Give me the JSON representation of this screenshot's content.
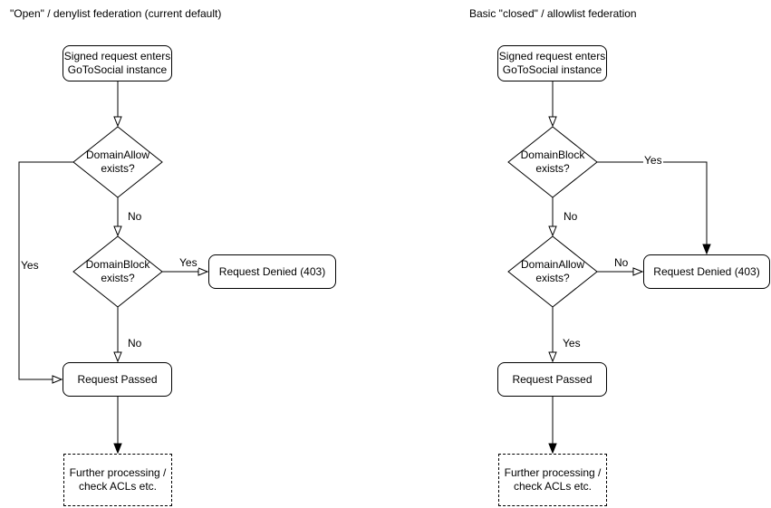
{
  "canvas": {
    "background": "#ffffff",
    "line_color": "#000000",
    "node_fill": "#ffffff",
    "text_color": "#000000"
  },
  "left": {
    "title": "\"Open\" / denylist federation (current default)",
    "start_line1": "Signed request enters",
    "start_line2": "GoToSocial instance",
    "d1_line1": "DomainAllow",
    "d1_line2": "exists?",
    "d1_no": "No",
    "d1_yes": "Yes",
    "d2_line1": "DomainBlock",
    "d2_line2": "exists?",
    "d2_yes": "Yes",
    "d2_no": "No",
    "denied": "Request Denied (403)",
    "passed": "Request Passed",
    "further_line1": "Further processing /",
    "further_line2": "check ACLs etc."
  },
  "right": {
    "title": "Basic \"closed\" / allowlist federation",
    "start_line1": "Signed request enters",
    "start_line2": "GoToSocial instance",
    "d1_line1": "DomainBlock",
    "d1_line2": "exists?",
    "d1_yes": "Yes",
    "d1_no": "No",
    "d2_line1": "DomainAllow",
    "d2_line2": "exists?",
    "d2_no": "No",
    "d2_yes": "Yes",
    "denied": "Request Denied (403)",
    "passed": "Request Passed",
    "further_line1": "Further processing /",
    "further_line2": "check ACLs etc."
  }
}
